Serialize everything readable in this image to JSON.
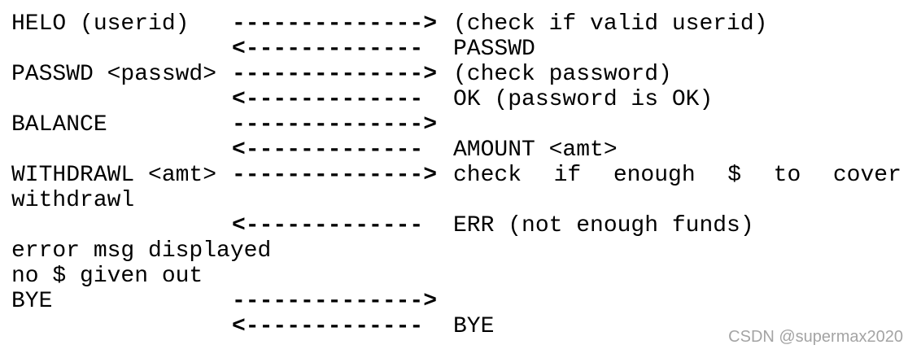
{
  "page": {
    "background": "#ffffff",
    "text_color": "#000000"
  },
  "arrows": {
    "right": "-------------->",
    "left": "<-------------"
  },
  "protocol_exchange": {
    "description": "ATM-style protocol message exchange between client (left) and server (right)",
    "rows": [
      {
        "left": "HELO (userid)",
        "arrow": "right",
        "right": "(check if valid userid)"
      },
      {
        "left": "",
        "arrow": "left",
        "right": "PASSWD"
      },
      {
        "left": "PASSWD <passwd>",
        "arrow": "right",
        "right": "(check password)"
      },
      {
        "left": "",
        "arrow": "left",
        "right": "OK (password is OK)"
      },
      {
        "left": "BALANCE",
        "arrow": "right",
        "right": ""
      },
      {
        "left": "",
        "arrow": "left",
        "right": "AMOUNT <amt>"
      },
      {
        "left": "WITHDRAWL <amt>",
        "arrow": "right",
        "right": "check  if  enough  $  to  cover"
      },
      {
        "left": "withdrawl",
        "arrow": "none",
        "right": ""
      },
      {
        "left": "",
        "arrow": "left",
        "right": "ERR (not enough funds)"
      },
      {
        "left": "error msg displayed",
        "arrow": "none",
        "right": ""
      },
      {
        "left": "no $ given out",
        "arrow": "none",
        "right": ""
      },
      {
        "left": "BYE",
        "arrow": "right",
        "right": ""
      },
      {
        "left": "",
        "arrow": "left",
        "right": "BYE"
      }
    ]
  },
  "watermark": {
    "text": "CSDN @supermax2020",
    "color": "#a4a4a4"
  }
}
